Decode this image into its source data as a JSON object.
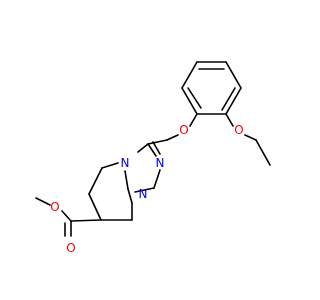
{
  "molecule": {
    "atoms": {
      "o_ether_aryl": {
        "symbol": "O",
        "color": "#ff0000"
      },
      "o_ether_ethyl": {
        "symbol": "O",
        "color": "#ff0000"
      },
      "o_ester_single": {
        "symbol": "O",
        "color": "#ff0000"
      },
      "o_ester_carbonyl": {
        "symbol": "O",
        "color": "#ff0000"
      },
      "n_bridge": {
        "symbol": "N",
        "color": "#0000ff"
      },
      "n_triazole_upper": {
        "symbol": "N",
        "color": "#0000ff"
      },
      "n_triazole_lower": {
        "symbol": "N",
        "color": "#0000ff"
      }
    },
    "bond_color": "#000000"
  }
}
